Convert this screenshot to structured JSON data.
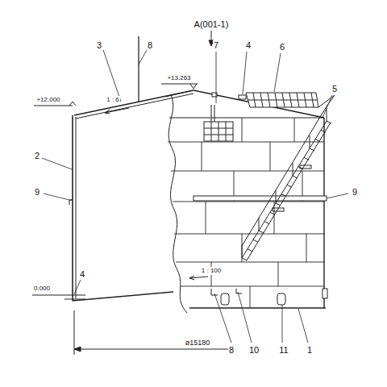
{
  "diagram": {
    "labels": [
      "3",
      "8",
      "A(001-1)",
      "7",
      "4",
      "6",
      "+13.263",
      "+12.000",
      "1 : 6",
      "5",
      "2",
      "9",
      "9",
      "4",
      "0.000",
      "1 : 100",
      "ø15180",
      "8",
      "10",
      "11",
      "1"
    ]
  }
}
